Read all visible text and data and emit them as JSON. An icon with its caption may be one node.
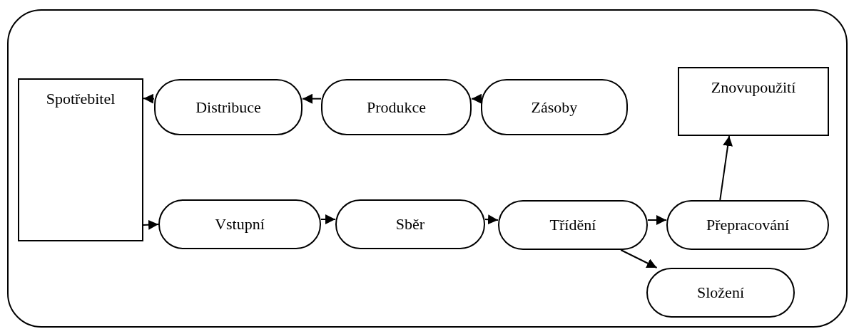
{
  "diagram": {
    "nodes": [
      {
        "text": [],
        "shape": "box"
      },
      {
        "text": [
          "Spotřebitel"
        ],
        "in": 0
      },
      {
        "text": [
          "Distribuce"
        ],
        "in": 0
      },
      {
        "text": [
          "Produkce"
        ],
        "in": 0
      },
      {
        "text": [
          "Zásoby"
        ],
        "in": 0
      },
      {
        "text": [
          "Znovupoužití"
        ],
        "in": 0
      },
      {
        "text": [
          "Vstupní"
        ],
        "in": 0
      },
      {
        "text": [
          "Sběr"
        ],
        "in": 0
      },
      {
        "text": [
          "Třídění"
        ],
        "in": 0
      },
      {
        "text": [
          "Přepracování"
        ],
        "in": 0
      },
      {
        "text": [
          "Složení"
        ],
        "in": 0
      }
    ],
    "edges": [
      {
        "from": 2,
        "to": 1,
        "arrow": "to"
      },
      {
        "from": 3,
        "to": 2,
        "arrow": "to"
      },
      {
        "from": 4,
        "to": 3,
        "arrow": "to"
      },
      {
        "from": 1,
        "to": 6,
        "arrow": "to"
      },
      {
        "from": 6,
        "to": 7,
        "arrow": "to"
      },
      {
        "from": 7,
        "to": 8,
        "arrow": "to"
      },
      {
        "from": 8,
        "to": 9,
        "arrow": "to"
      },
      {
        "from": 8,
        "to": 10,
        "arrow": "to"
      },
      {
        "from": 9,
        "to": 5,
        "arrow": "to"
      }
    ]
  }
}
